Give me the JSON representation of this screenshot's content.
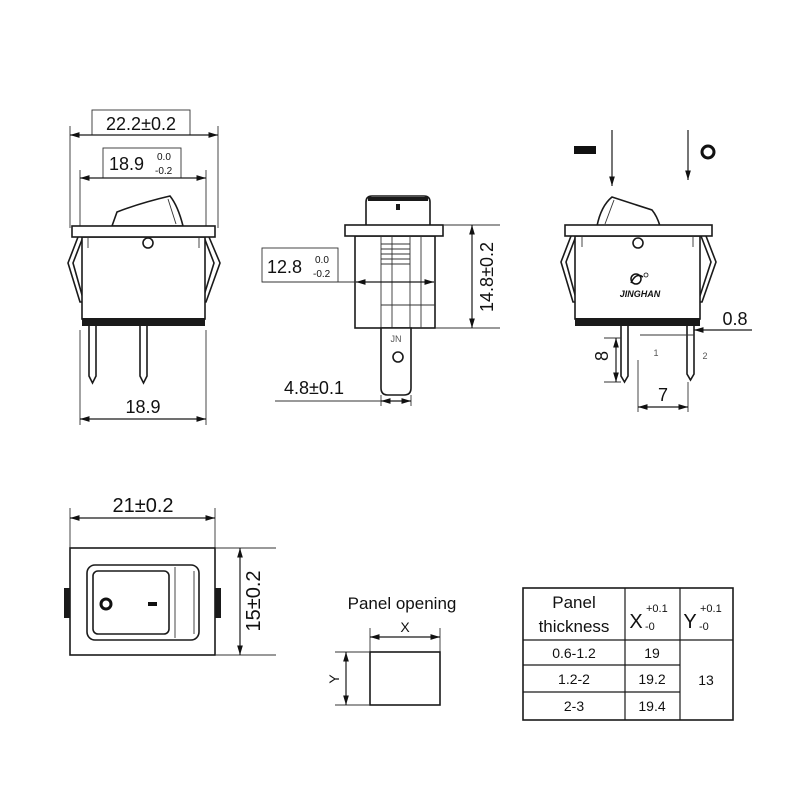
{
  "front_view": {
    "overall_width": "22.2±0.2",
    "rocker_width": "18.9",
    "rocker_tol_upper": "0.0",
    "rocker_tol_lower": "-0.2",
    "body_width": "18.9"
  },
  "side_view": {
    "body_depth": "12.8",
    "depth_tol_upper": "0.0",
    "depth_tol_lower": "-0.2",
    "body_height": "14.8±0.2",
    "terminal_width": "4.8±0.1",
    "terminal_mark": "JN"
  },
  "rear_view": {
    "pin_thickness": "0.8",
    "pin_length": "8",
    "pin_spacing": "7",
    "pin_1": "1",
    "pin_2": "2",
    "brand": "JINGHAN"
  },
  "top_view": {
    "width": "21±0.2",
    "height": "15±0.2"
  },
  "panel_opening": {
    "title": "Panel opening",
    "x_label": "X",
    "y_label": "Y"
  },
  "table": {
    "header": {
      "thickness_line1": "Panel",
      "thickness_line2": "thickness",
      "x": "X",
      "x_tol_upper": "+0.1",
      "x_tol_lower": "-0",
      "y": "Y",
      "y_tol_upper": "+0.1",
      "y_tol_lower": "-0"
    },
    "rows": [
      {
        "thickness": "0.6-1.2",
        "x": "19"
      },
      {
        "thickness": "1.2-2",
        "x": "19.2"
      },
      {
        "thickness": "2-3",
        "x": "19.4"
      }
    ],
    "y_value": "13"
  }
}
